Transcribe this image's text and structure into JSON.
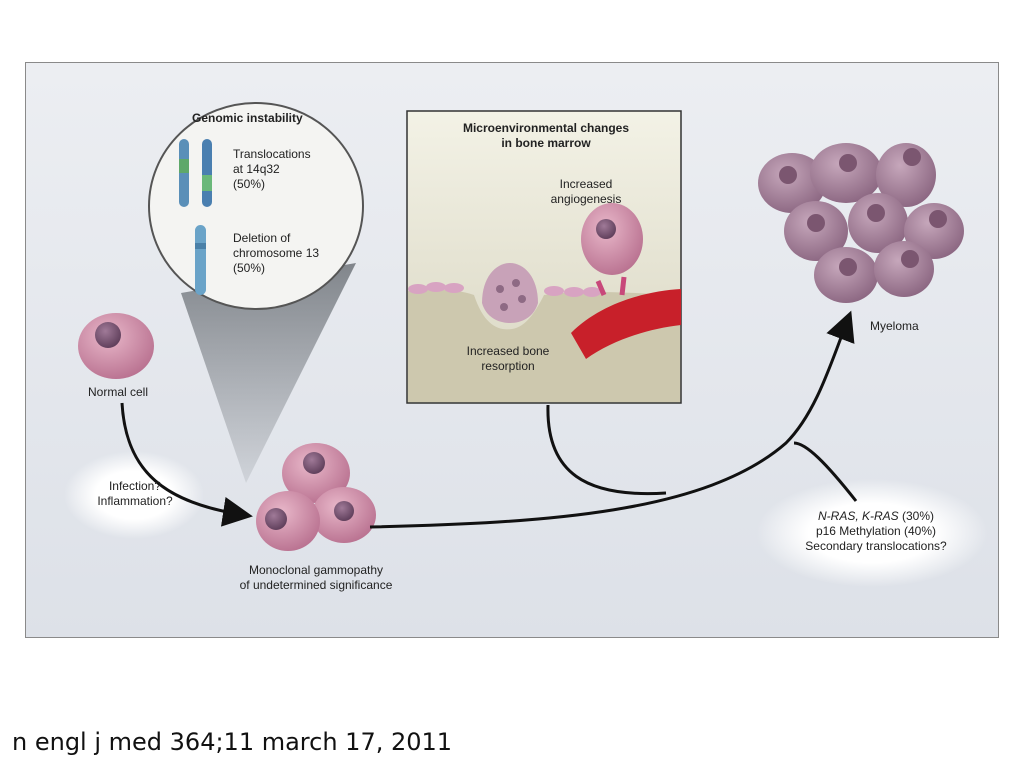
{
  "genomic": {
    "title": "Genomic instability",
    "translocation_text": [
      "Translocations",
      "at 14q32",
      "(50%)"
    ],
    "deletion_text": [
      "Deletion of",
      "chromosome 13",
      "(50%)"
    ]
  },
  "micro": {
    "title": [
      "Microenvironmental changes",
      "in bone marrow"
    ],
    "angio": [
      "Increased",
      "angiogenesis"
    ],
    "resorption": [
      "Increased bone",
      "resorption"
    ]
  },
  "normal_cell": "Normal cell",
  "infection": [
    "Infection?",
    "Inflammation?"
  ],
  "mgus": [
    "Monoclonal gammopathy",
    "of undetermined significance"
  ],
  "myeloma": "Myeloma",
  "mutations": {
    "ras_italic": "N-RAS, K-RAS",
    "ras_rest": " (30%)",
    "p16": "p16 Methylation (40%)",
    "secondary": "Secondary translocations?"
  },
  "citation": "n engl j med 364;11 march 17, 2011",
  "colors": {
    "cell_pink": "#c98aa6",
    "myeloma_purple": "#a8849c",
    "vessel_red": "#c8202a",
    "bone": "#cfcbb4",
    "background": "#e4e7ed"
  }
}
